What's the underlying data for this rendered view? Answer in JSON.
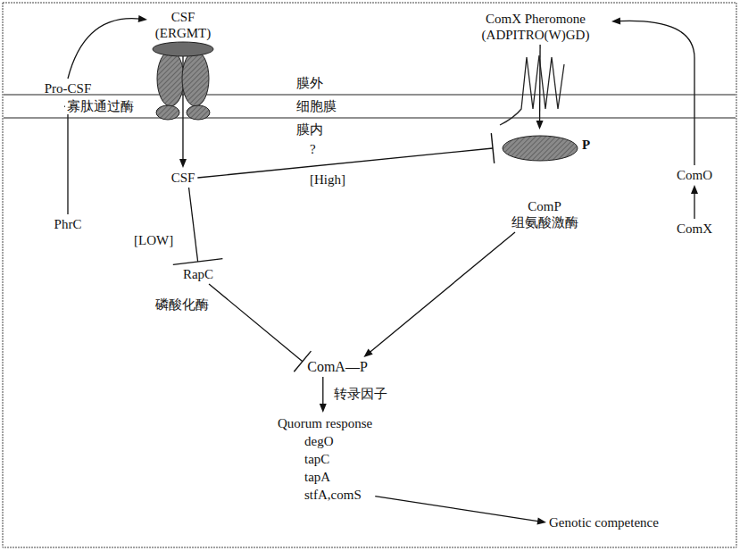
{
  "diagram": {
    "nodes": [
      {
        "text": [
          "CSF (ERGMT)"
        ]
      },
      {
        "text": [
          "Pro-CSF"
        ]
      },
      {
        "text": [
          "PhrC"
        ]
      },
      {
        "text": [
          "CSF"
        ]
      },
      {
        "text": [
          "RapC"
        ]
      },
      {
        "text": [
          "ComA—P"
        ]
      },
      {
        "text": [
          "ComX Pheromone (ADPITRO(W)GD)"
        ]
      },
      {
        "text": [
          "ComP",
          "组氨酸激酶"
        ]
      },
      {
        "text": [
          "ComO"
        ]
      },
      {
        "text": [
          "ComX"
        ]
      },
      {
        "text": [
          "Quorum response",
          "degO",
          "tapC",
          "tapA",
          "stfA,comS"
        ]
      },
      {
        "text": [
          "Genotic competence"
        ]
      }
    ],
    "edges": [
      {
        "from": 2,
        "to": 1,
        "arrow": "to"
      },
      {
        "from": 1,
        "to": 0,
        "arrow": "to"
      },
      {
        "from": 0,
        "to": 3,
        "arrow": "to"
      },
      {
        "from": 3,
        "to": 4,
        "label": "[LOW]",
        "arrow": "to"
      },
      {
        "from": 4,
        "to": 5,
        "arrow": "to"
      },
      {
        "from": 3,
        "to": 7,
        "label": "[High]",
        "arrow": "to"
      },
      {
        "from": 6,
        "to": 7,
        "arrow": "to"
      },
      {
        "from": 7,
        "to": 5,
        "arrow": "to"
      },
      {
        "from": 9,
        "to": 8,
        "arrow": "to"
      },
      {
        "from": 8,
        "to": 6,
        "arrow": "to"
      },
      {
        "from": 5,
        "to": 10,
        "label": "转录因子",
        "arrow": "to"
      },
      {
        "from": 10,
        "to": 11,
        "arrow": "to"
      }
    ],
    "labels": [
      "膜外",
      "细胞膜",
      "膜内",
      "寡肽通过酶",
      "?",
      "P",
      "磷酸化酶"
    ]
  }
}
